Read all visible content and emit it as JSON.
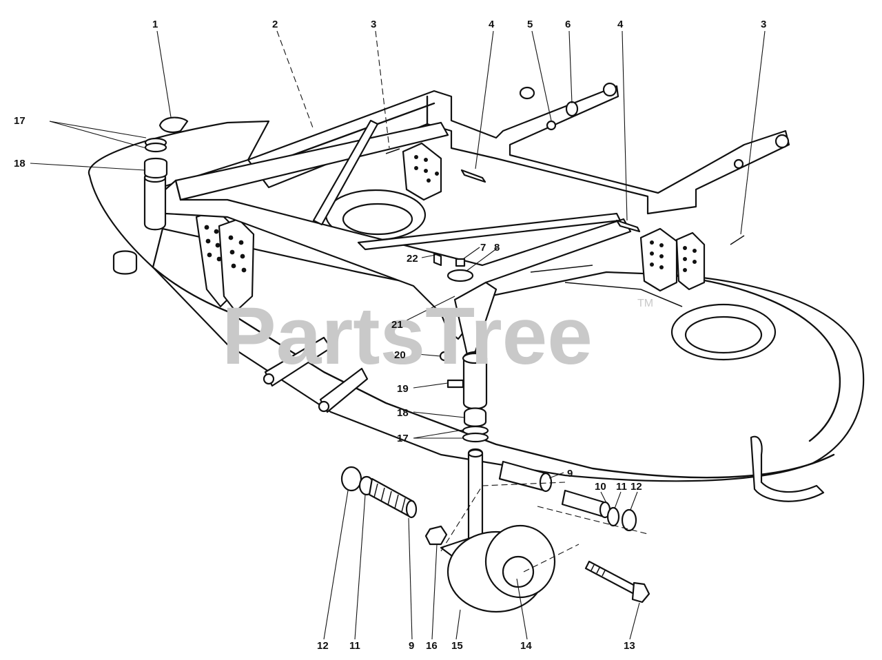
{
  "watermark": {
    "text": "PartsTree",
    "trademark": "TM"
  },
  "callouts": [
    {
      "id": "c-1",
      "text": "1"
    },
    {
      "id": "c-2",
      "text": "2"
    },
    {
      "id": "c-3a",
      "text": "3"
    },
    {
      "id": "c-4a",
      "text": "4"
    },
    {
      "id": "c-5",
      "text": "5"
    },
    {
      "id": "c-6",
      "text": "6"
    },
    {
      "id": "c-4b",
      "text": "4"
    },
    {
      "id": "c-3b",
      "text": "3"
    },
    {
      "id": "c-17a",
      "text": "17"
    },
    {
      "id": "c-18a",
      "text": "18"
    },
    {
      "id": "c-22",
      "text": "22"
    },
    {
      "id": "c-7",
      "text": "7"
    },
    {
      "id": "c-8",
      "text": "8"
    },
    {
      "id": "c-21",
      "text": "21"
    },
    {
      "id": "c-20",
      "text": "20"
    },
    {
      "id": "c-19",
      "text": "19"
    },
    {
      "id": "c-18b",
      "text": "18"
    },
    {
      "id": "c-17b",
      "text": "17"
    },
    {
      "id": "c-9a",
      "text": "9"
    },
    {
      "id": "c-10",
      "text": "10"
    },
    {
      "id": "c-11a",
      "text": "11"
    },
    {
      "id": "c-12a",
      "text": "12"
    },
    {
      "id": "c-12b",
      "text": "12"
    },
    {
      "id": "c-11b",
      "text": "11"
    },
    {
      "id": "c-9b",
      "text": "9"
    },
    {
      "id": "c-16",
      "text": "16"
    },
    {
      "id": "c-15",
      "text": "15"
    },
    {
      "id": "c-14",
      "text": "14"
    },
    {
      "id": "c-13",
      "text": "13"
    }
  ]
}
